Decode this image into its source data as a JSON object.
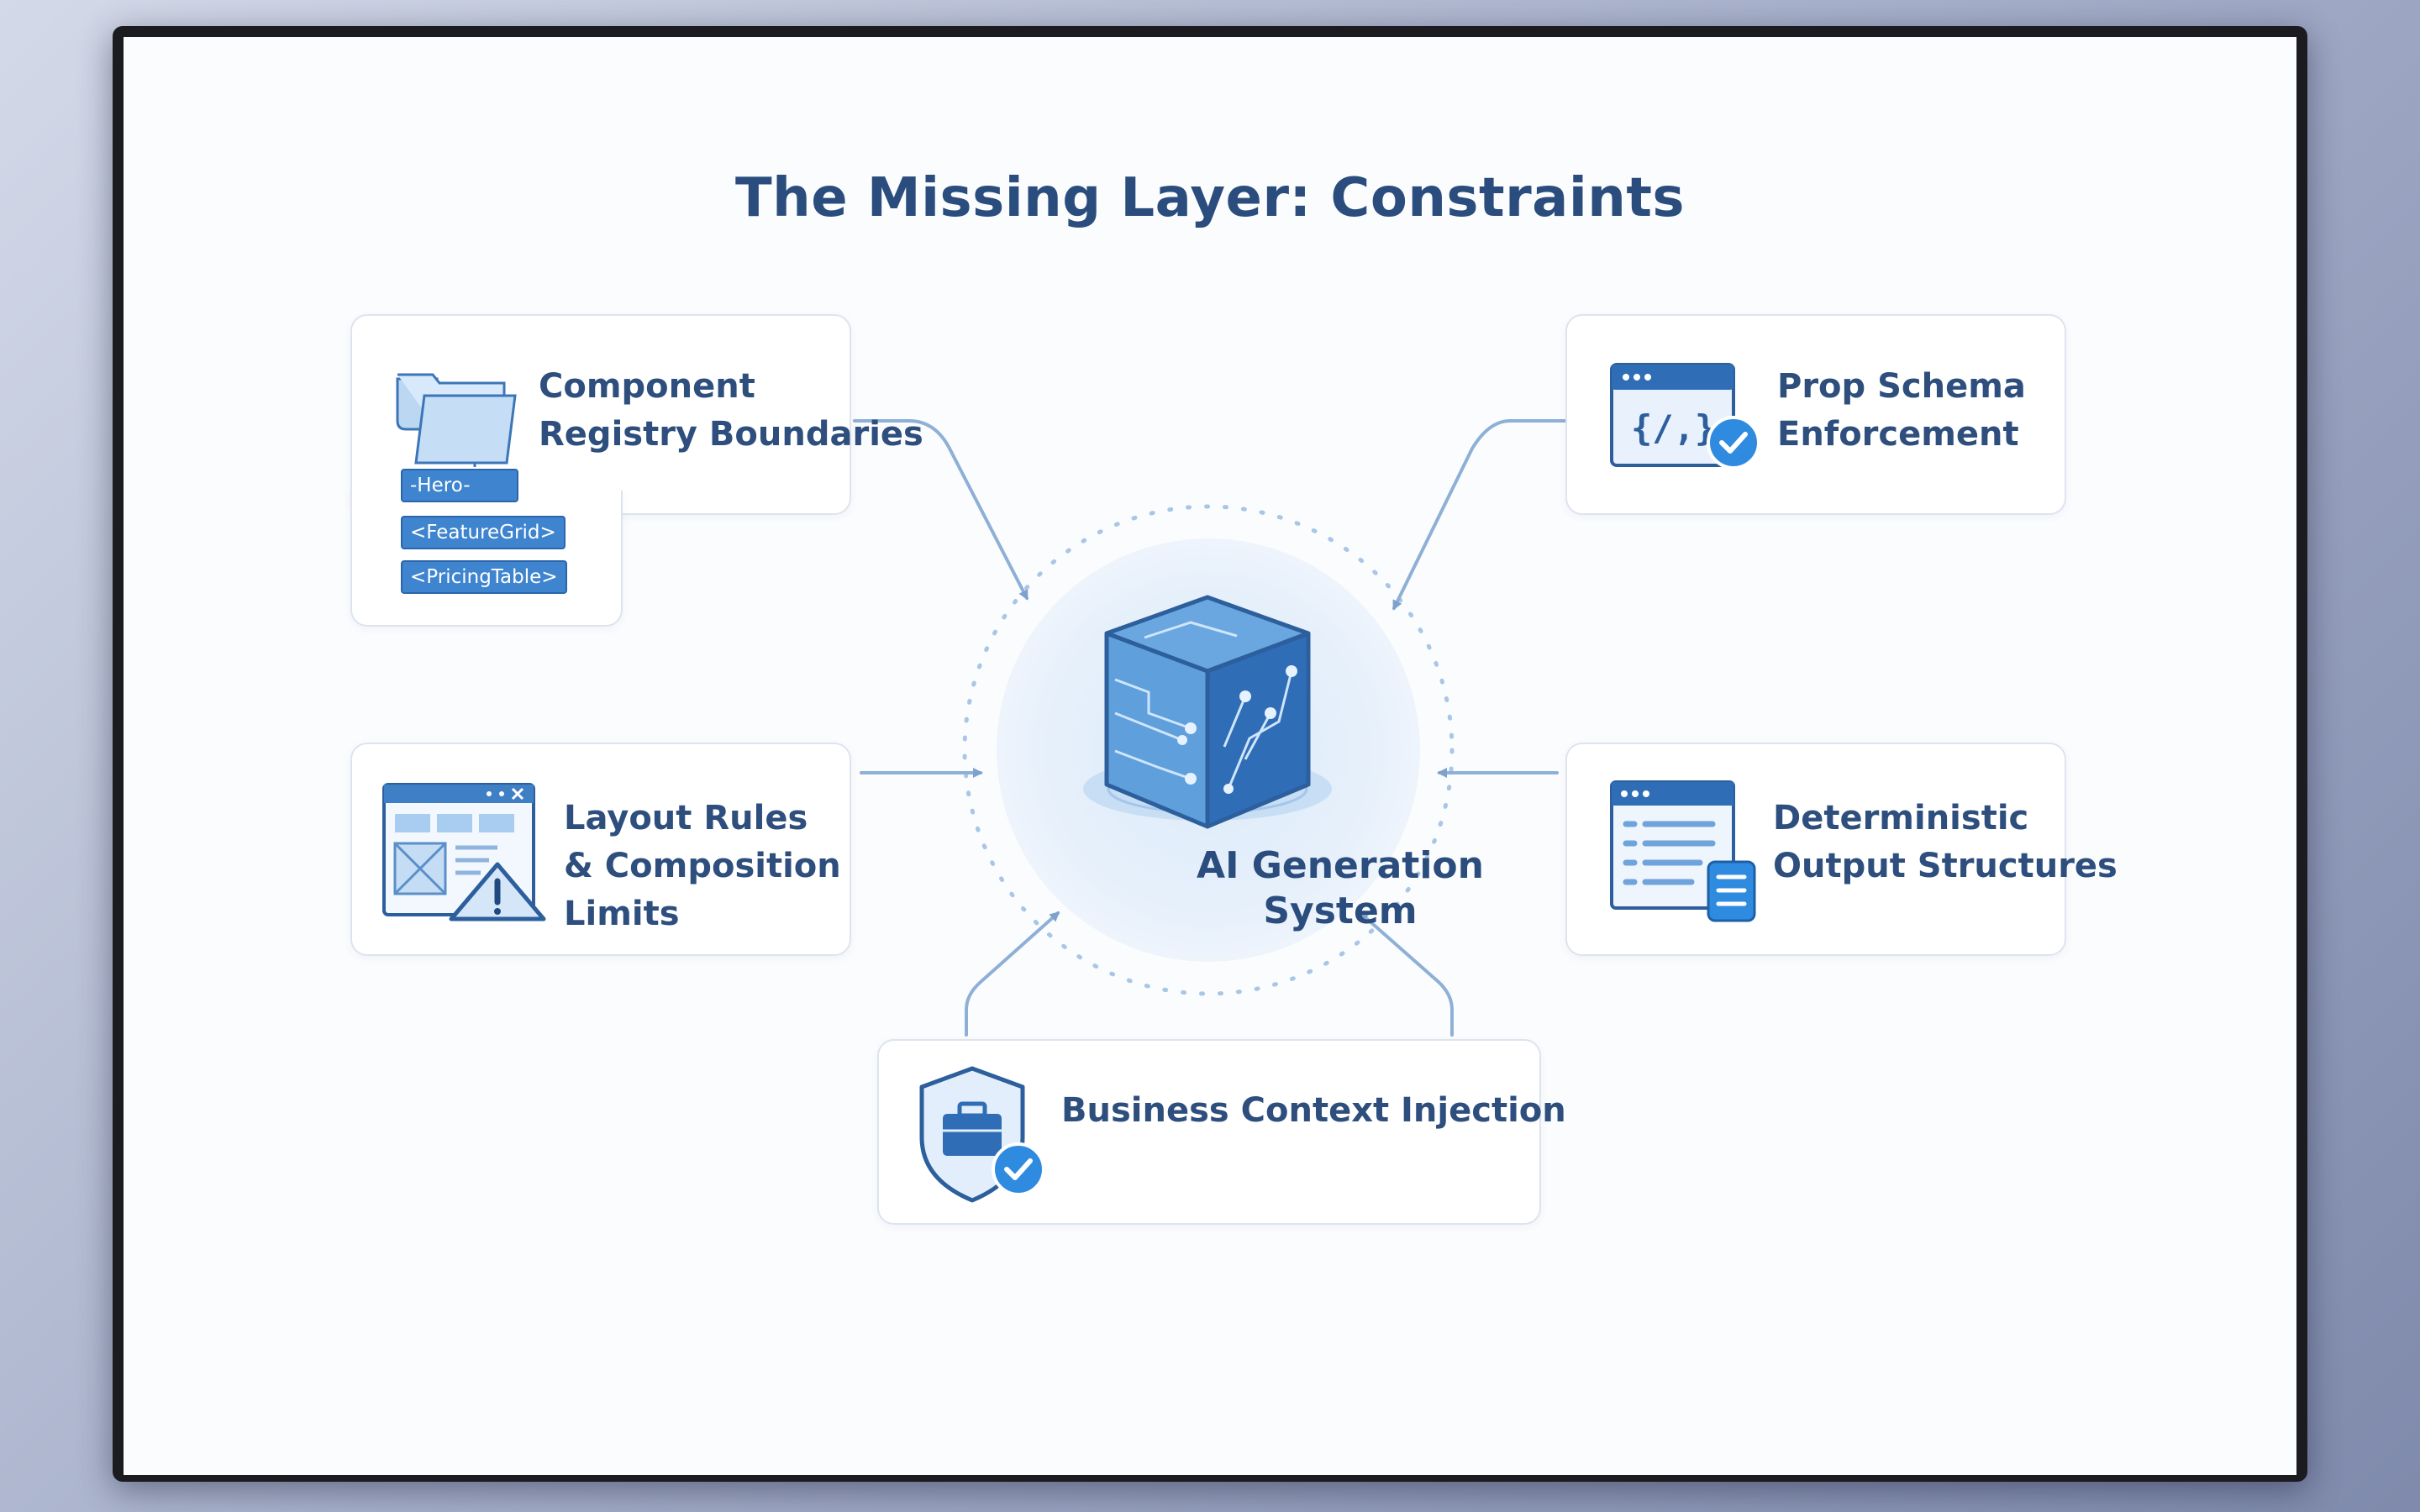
{
  "title": "The Missing Layer: Constraints",
  "center": {
    "label": "AI Generation\nSystem",
    "icon": "ai-cube-icon"
  },
  "cards": {
    "registry": {
      "label": "Component\nRegistry Boundaries",
      "icon": "folder-icon",
      "tags": [
        "-Hero-",
        "<FeatureGrid>",
        "<PricingTable>"
      ]
    },
    "schema": {
      "label": "Prop Schema\nEnforcement",
      "icon": "code-window-check-icon",
      "code": "{/,}"
    },
    "layout": {
      "label": "Layout Rules\n& Composition\nLimits",
      "icon": "layout-warning-icon"
    },
    "output": {
      "label": "Deterministic\nOutput Structures",
      "icon": "document-list-icon"
    },
    "business": {
      "label": "Business Context Injection",
      "icon": "shield-briefcase-icon"
    }
  },
  "colors": {
    "title": "#2b4d7d",
    "accent": "#3f84cf",
    "arrow": "#7fa2cc",
    "card_border": "#dde4ee",
    "center_glow": "#e3eefa"
  }
}
